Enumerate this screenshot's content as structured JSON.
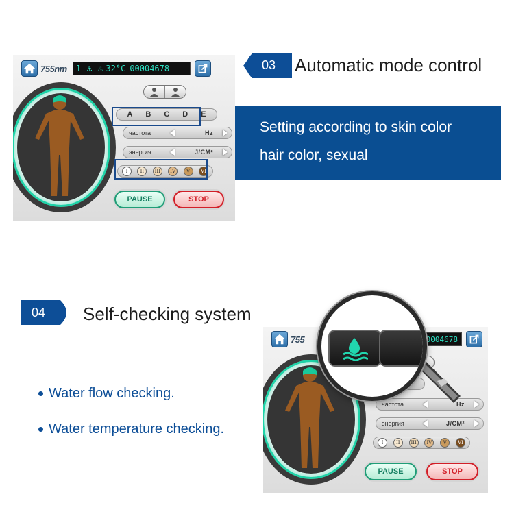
{
  "section3": {
    "step_number": "03",
    "heading": "Automatic mode control",
    "description_line1": "Setting according to skin color",
    "description_line2": "hair color, sexual"
  },
  "section4": {
    "step_number": "04",
    "heading": "Self-checking system",
    "bullets": [
      "Water flow checking.",
      "Water temperature checking."
    ]
  },
  "device": {
    "wavelength": "755nm",
    "mode_number": "1",
    "temperature": "32°C",
    "counter": "00004678",
    "counter_partial": "00004678",
    "wavelength_partial": "755",
    "hair_colors": [
      "A",
      "B",
      "C",
      "D",
      "E"
    ],
    "hair_colors_partial": [
      "C"
    ],
    "frequency_label": "частота",
    "frequency_unit": "Hz",
    "energy_label": "энергия",
    "energy_unit": "J/CM²",
    "skin_types": [
      "I",
      "II",
      "III",
      "IV",
      "V",
      "VI"
    ],
    "pause_label": "PAUSE",
    "stop_label": "STOP"
  },
  "colors": {
    "brand_blue": "#0a4e92",
    "badge_blue": "#0d4e97",
    "accent_teal": "#1ed3a8",
    "stop_red": "#d21f28"
  }
}
